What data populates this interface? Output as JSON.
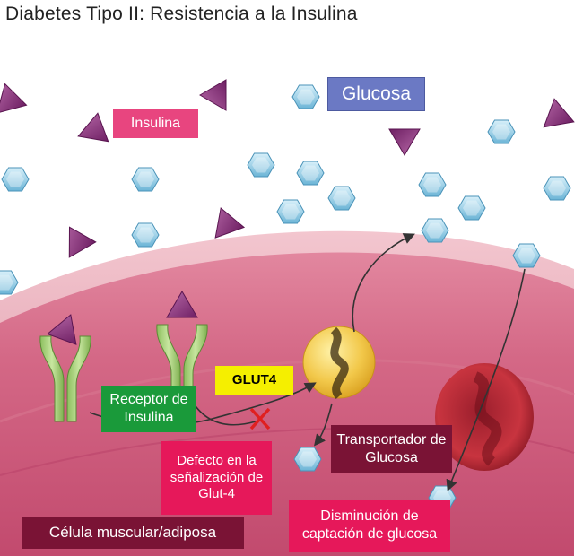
{
  "title": "Diabetes Tipo II: Resistencia a la Insulina",
  "labels": {
    "insulina": "Insulina",
    "glucosa": "Glucosa",
    "glut4": "GLUT4",
    "receptor": "Receptor de Insulina",
    "defecto": "Defecto en la señalización de Glut-4",
    "transportador": "Transportador de Glucosa",
    "celula": "Célula muscular/adiposa",
    "disminucion": "Disminución de captación de glucosa"
  },
  "icons": [
    "insulin-triangle-icon",
    "glucose-hexagon-icon",
    "receptor-icon",
    "glut4-transporter-icon",
    "red-blood-cell-icon",
    "x-mark-icon",
    "arrow-icon"
  ],
  "colors": {
    "insulina": "#e8457f",
    "glucosa": "#6b79c4",
    "glut4": "#f5ef00",
    "receptor": "#1a9a3a",
    "defecto": "#e6185a",
    "transportador": "#7a1335",
    "celula": "#7a1335",
    "disminucion": "#e6185a",
    "insulin_molecule": "#8b2a78",
    "glucose_molecule": "#7cc3e0",
    "cell": "#c94f72",
    "x_mark": "#e02020"
  }
}
